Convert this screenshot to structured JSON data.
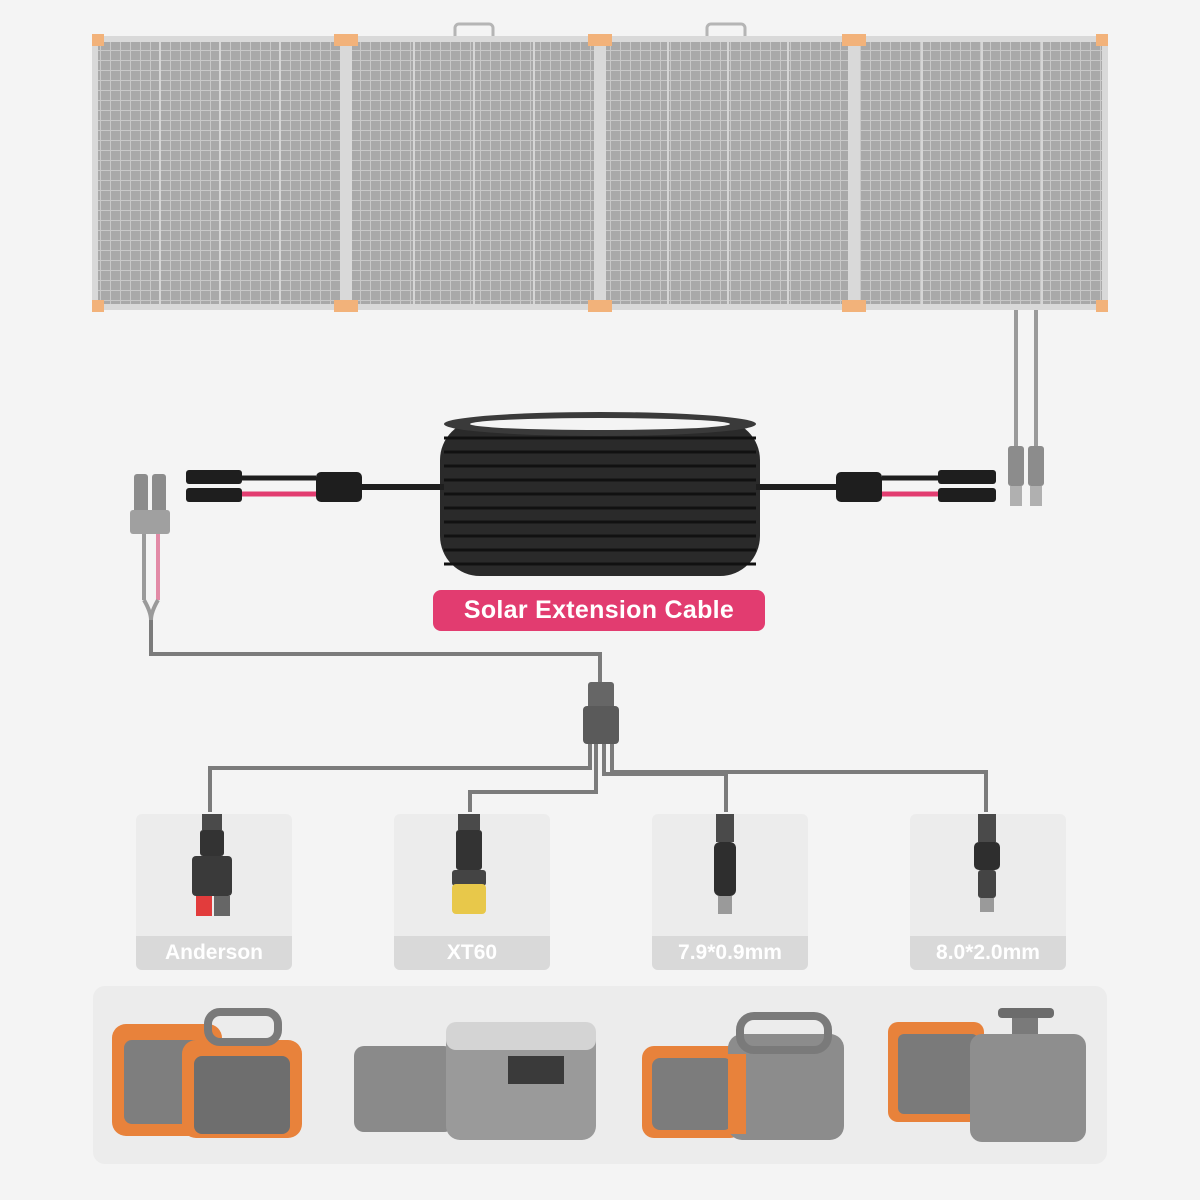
{
  "cable_badge": {
    "label": "Solar Extension Cable"
  },
  "connectors": [
    {
      "label": "Anderson"
    },
    {
      "label": "XT60"
    },
    {
      "label": "7.9*0.9mm"
    },
    {
      "label": "8.0*2.0mm"
    }
  ],
  "colors": {
    "background": "#f4f4f4",
    "badge": "#e23c70",
    "panel_frame": "#f2b27a",
    "panel_cells": "#a6a6a6",
    "cable": "#1e1e1e",
    "cable_pink": "#e23c70",
    "wire_gray": "#7b7b7b",
    "station_orange": "#e8823b"
  },
  "icons": {
    "solar_panel": "foldable-solar-panel-icon",
    "cable_coil": "cable-coil-icon",
    "connector": "mc4-connector-icon",
    "station": "power-station-icon"
  }
}
